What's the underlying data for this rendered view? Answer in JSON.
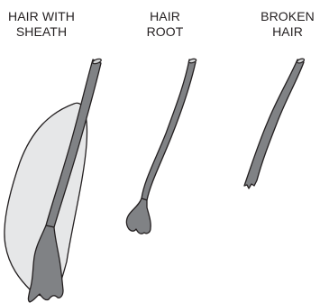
{
  "labels": {
    "sheath": {
      "line1": "HAIR WITH",
      "line2": "SHEATH"
    },
    "root": {
      "line1": "HAIR",
      "line2": "ROOT"
    },
    "broken": {
      "line1": "BROKEN",
      "line2": "HAIR"
    }
  },
  "colors": {
    "text": "#231f20",
    "hair": "#808285",
    "outline": "#231f20",
    "sheath": "#e6e7e8",
    "tip": "#d1d3d4"
  }
}
